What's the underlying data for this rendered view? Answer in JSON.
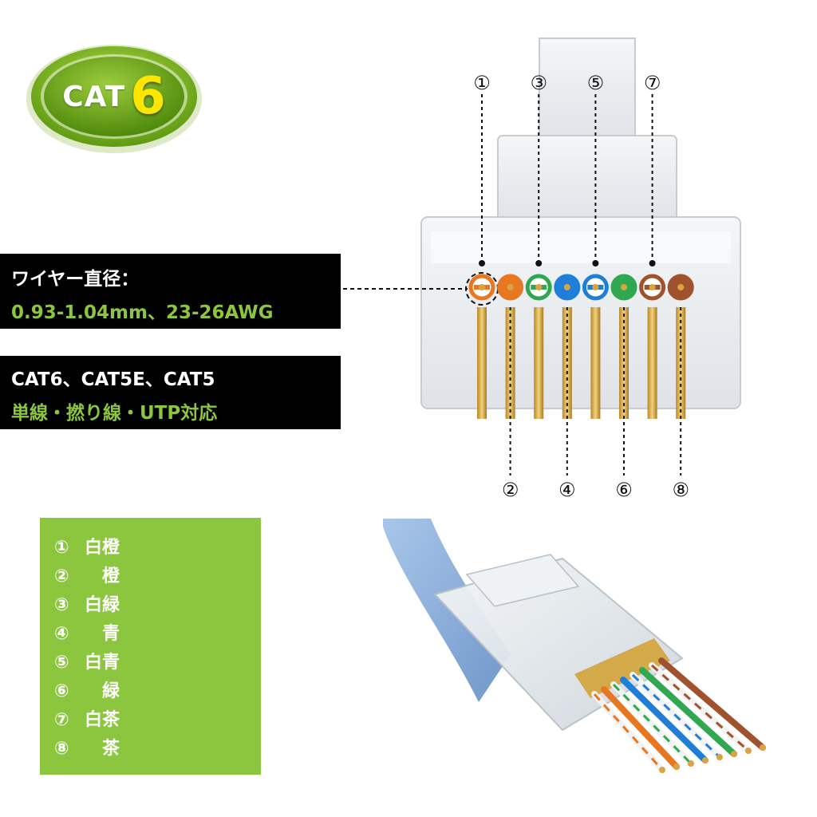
{
  "badge": {
    "word": "CAT",
    "number": "6",
    "ring_color": "#7ab51d",
    "number_color": "#ffe600"
  },
  "wire_spec": {
    "title": "ワイヤー直径：",
    "value": "0.93-1.04mm、23-26AWG"
  },
  "compat": {
    "title": "CAT6、CAT5E、CAT5",
    "value": "単線・撚り線・UTP対応"
  },
  "pins_top": [
    "①",
    "③",
    "⑤",
    "⑦"
  ],
  "pins_bottom": [
    "②",
    "④",
    "⑥",
    "⑧"
  ],
  "pin_colors": [
    "#e87722",
    "#e87722",
    "#2fa84f",
    "#1f7fd8",
    "#1f7fd8",
    "#2fa84f",
    "#a0522d",
    "#a0522d"
  ],
  "pin_striped": [
    true,
    false,
    true,
    false,
    true,
    false,
    true,
    false
  ],
  "legend": [
    {
      "num": "①",
      "label": "白橙"
    },
    {
      "num": "②",
      "label": "　橙"
    },
    {
      "num": "③",
      "label": "白緑"
    },
    {
      "num": "④",
      "label": "　青"
    },
    {
      "num": "⑤",
      "label": "白青"
    },
    {
      "num": "⑥",
      "label": "　緑"
    },
    {
      "num": "⑦",
      "label": "白茶"
    },
    {
      "num": "⑧",
      "label": "　茶"
    }
  ],
  "colors": {
    "accent_green": "#8cc63f",
    "cable_blue": "#8fb3dd",
    "gold": "#d4a94a"
  }
}
